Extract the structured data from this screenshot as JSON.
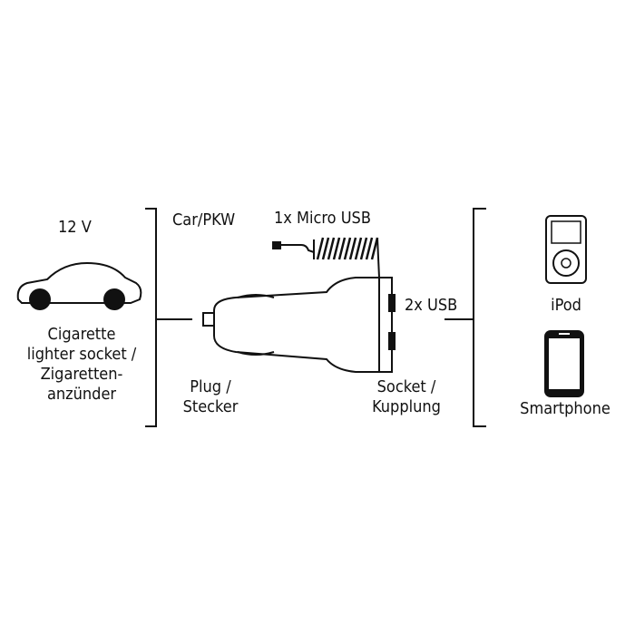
{
  "source": {
    "voltage": "12 V",
    "name_lines": [
      "Cigarette",
      "lighter socket /",
      "Zigaretten-",
      "anzünder"
    ]
  },
  "car_label": "Car/PKW",
  "plug": {
    "lines": [
      "Plug /",
      "Stecker"
    ]
  },
  "micro_usb_label": "1x Micro USB",
  "usb_label": "2x USB",
  "socket": {
    "lines": [
      "Socket /",
      "Kupplung"
    ]
  },
  "devices": {
    "ipod_label": "iPod",
    "smartphone_label": "Smartphone"
  },
  "colors": {
    "ink": "#111111",
    "background": "#ffffff"
  },
  "icons": [
    "car-icon",
    "car-charger-icon",
    "coiled-cable-icon",
    "ipod-icon",
    "smartphone-icon"
  ]
}
